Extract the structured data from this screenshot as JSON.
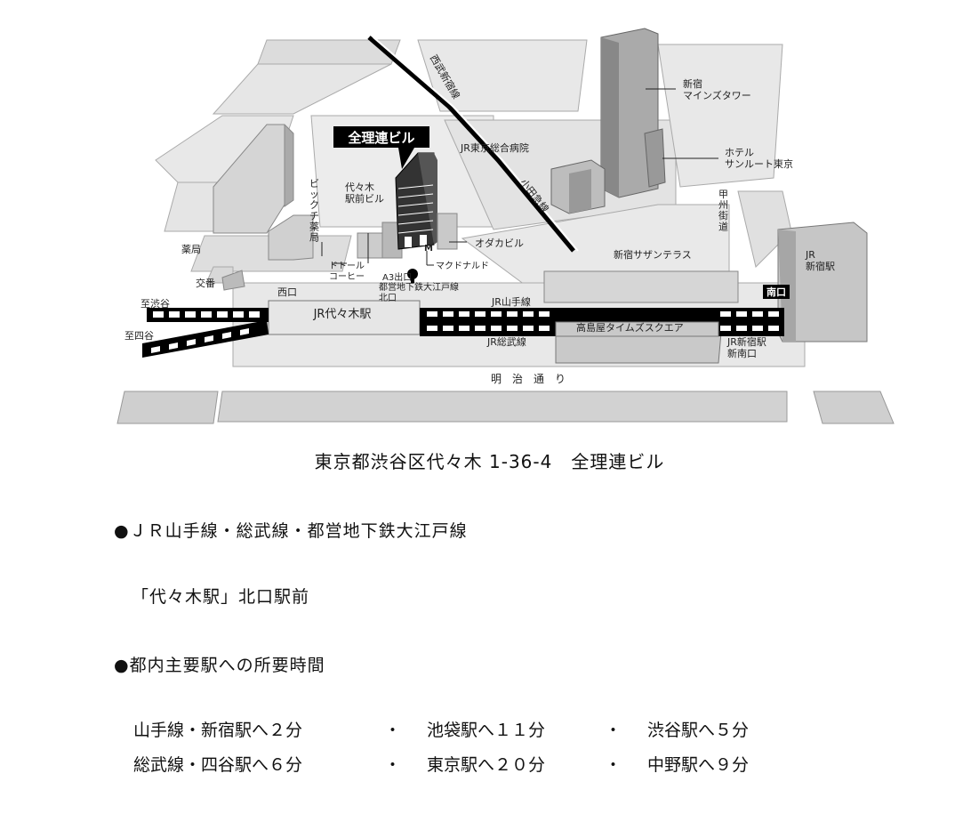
{
  "map": {
    "building_name": "全理連ビル",
    "roads": {
      "meiji_dori": "明　治　通　り",
      "koshu_kaido": "甲州街道"
    },
    "railways": {
      "to_shibuya": "至渋谷",
      "to_yotsuya": "至四谷",
      "yamanote": "JR山手線",
      "sobu": "JR総武線",
      "odakyu": "小田急線",
      "seibu": "西武新宿線",
      "oedo_north_exit": "都営地下鉄大江戸線\n北口"
    },
    "stations": {
      "yoyogi": "JR代々木駅",
      "west_exit": "西口",
      "jr_shinjuku": "JR\n新宿駅",
      "south_exit": "南口",
      "jr_shinjuku_new_south": "JR新宿駅\n新南口",
      "a3_exit": "A3出口"
    },
    "landmarks": {
      "mines_tower": "新宿\nマインズタワー",
      "hotel": "ホテル\nサンルート東京",
      "hospital": "JR東京総合病院",
      "yoyogi_ekimae": "代々木\n駅前ビル",
      "bic_pharmacy": "ビックチ薬局",
      "pharmacy": "薬局",
      "koban": "交番",
      "odakyu_bldg": "オダカビル",
      "doutor": "ドトール\nコーヒー",
      "mcdonalds": "マクドナルド",
      "southern_terrace": "新宿サザンテラス",
      "takashimaya": "高島屋タイムズスクエア"
    },
    "icons": [
      "subway-exit-icon",
      "mcdonalds-icon"
    ]
  },
  "address": "東京都渋谷区代々木 1-36-4　全理連ビル",
  "access": {
    "lines_heading": "●ＪＲ山手線・総武線・都営地下鉄大江戸線",
    "station_note": "「代々木駅」北口駅前",
    "times_heading": "●都内主要駅への所要時間",
    "times_rows": [
      [
        "山手線・新宿駅へ２分",
        "・",
        "池袋駅へ１１分",
        "・",
        "渋谷駅へ５分"
      ],
      [
        "総武線・四谷駅へ６分",
        "・",
        "東京駅へ２０分",
        "・",
        "中野駅へ９分"
      ]
    ]
  }
}
